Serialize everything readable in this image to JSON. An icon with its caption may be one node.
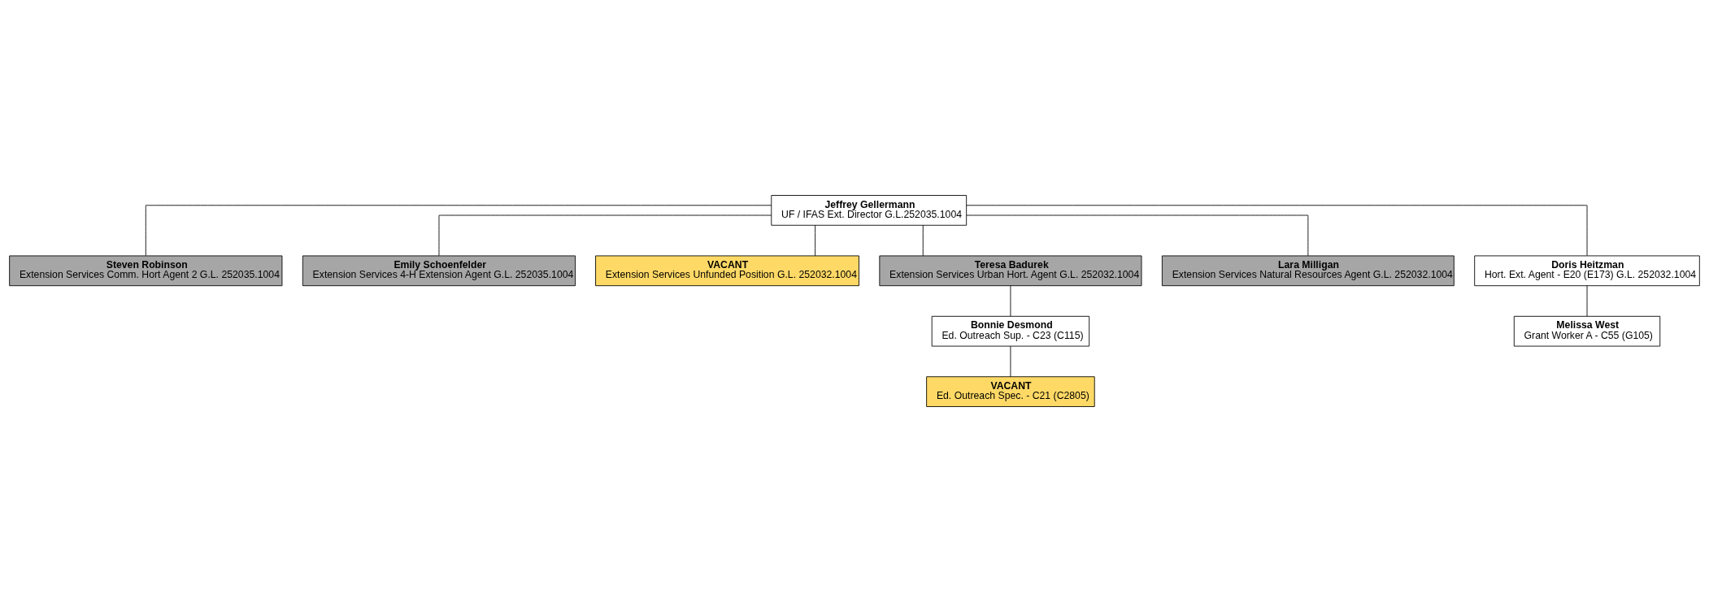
{
  "diagram": {
    "nodes": [
      {
        "text": [
          "Jeffrey Gellermann",
          "UF / IFAS Ext. Director G.L.252035.1004"
        ]
      },
      {
        "text": [
          "Steven Robinson",
          "Extension Services Comm. Hort Agent 2 G.L. 252035.1004"
        ]
      },
      {
        "text": [
          "Emily Schoenfelder",
          "Extension Services 4-H Extension Agent G.L. 252035.1004"
        ]
      },
      {
        "text": [
          "VACANT",
          "Extension Services Unfunded Position G.L. 252032.1004"
        ]
      },
      {
        "text": [
          "Teresa Badurek",
          "Extension Services Urban Hort. Agent G.L. 252032.1004"
        ]
      },
      {
        "text": [
          "Lara Milligan",
          "Extension Services Natural Resources Agent G.L. 252032.1004"
        ]
      },
      {
        "text": [
          "Doris Heitzman",
          "Hort. Ext. Agent - E20 (E173) G.L. 252032.1004"
        ]
      },
      {
        "text": [
          "Bonnie Desmond",
          "Ed. Outreach Sup. - C23 (C115)"
        ]
      },
      {
        "text": [
          "VACANT",
          "Ed. Outreach Spec. - C21 (C2805)"
        ]
      },
      {
        "text": [
          "Melissa West",
          "Grant Worker A - C55 (G105)"
        ]
      }
    ],
    "edges": [
      {
        "from": 0,
        "to": 1,
        "arrow": "none"
      },
      {
        "from": 0,
        "to": 2,
        "arrow": "none"
      },
      {
        "from": 0,
        "to": 3,
        "arrow": "none"
      },
      {
        "from": 0,
        "to": 4,
        "arrow": "none"
      },
      {
        "from": 0,
        "to": 5,
        "arrow": "none"
      },
      {
        "from": 0,
        "to": 6,
        "arrow": "none"
      },
      {
        "from": 4,
        "to": 7,
        "arrow": "none"
      },
      {
        "from": 7,
        "to": 8,
        "arrow": "none"
      },
      {
        "from": 6,
        "to": 9,
        "arrow": "none"
      }
    ]
  }
}
